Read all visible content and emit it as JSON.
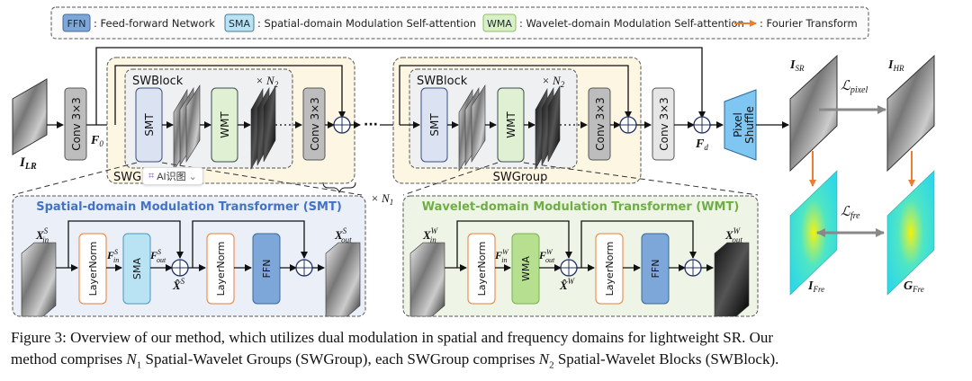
{
  "legend": {
    "items": [
      {
        "tag": "FFN",
        "text": ": Feed-forward Network",
        "color": "#7da7d9"
      },
      {
        "tag": "SMA",
        "text": ": Spatial-domain Modulation Self-attention",
        "color": "#b9e3f3"
      },
      {
        "tag": "WMA",
        "text": ": Wavelet-domain Modulation Self-attention",
        "color": "#d9efc5"
      }
    ],
    "fourier_text": ": Fourier Transform",
    "fourier_color": "#ed7d31"
  },
  "pipeline": {
    "input_label": "I",
    "input_sub": "LR",
    "conv": "Conv 3×3",
    "f0": "F",
    "f0_sub": "0",
    "fd": "F",
    "fd_sub": "d",
    "swblock": "SWBlock",
    "times_n2": "× N",
    "n2_sub": "2",
    "times_n1": "× N",
    "n1_sub": "1",
    "smt": "SMT",
    "wmt": "WMT",
    "swgroup": "SWGroup",
    "swgroup_partial": "SWGr",
    "pixel_shuffle_1": "Pixel",
    "pixel_shuffle_2": "Shuffle",
    "dots": "···"
  },
  "outputs": {
    "sr": "I",
    "sr_sub": "SR",
    "hr": "I",
    "hr_sub": "HR",
    "loss_pixel": "ℒ",
    "loss_pixel_sub": "pixel",
    "loss_fre": "ℒ",
    "loss_fre_sub": "fre",
    "ifre": "I",
    "ifre_sub": "Fre",
    "gfre": "G",
    "gfre_sub": "Fre"
  },
  "smt_panel": {
    "title": "Spatial-domain Modulation Transformer (SMT)",
    "layernorm": "LayerNorm",
    "attn": "SMA",
    "ffn": "FFN",
    "x_in": "X",
    "x_in_sup": "S",
    "x_in_sub": "in",
    "f_in": "F",
    "f_in_sup": "S",
    "f_in_sub": "in",
    "f_out": "F",
    "f_out_sup": "S",
    "f_out_sub": "out",
    "x_hat": "X̂",
    "x_hat_sup": "S",
    "x_out": "X",
    "x_out_sup": "S",
    "x_out_sub": "out"
  },
  "wmt_panel": {
    "title": "Wavelet-domain Modulation Transformer (WMT)",
    "layernorm": "LayerNorm",
    "attn": "WMA",
    "ffn": "FFN",
    "x_in": "X",
    "x_in_sup": "W",
    "x_in_sub": "in",
    "f_in": "F",
    "f_in_sup": "W",
    "f_in_sub": "in",
    "f_out": "F",
    "f_out_sup": "W",
    "f_out_sub": "out",
    "x_hat": "X̂",
    "x_hat_sup": "W",
    "x_out": "X",
    "x_out_sup": "W",
    "x_out_sub": "out"
  },
  "overlay": {
    "ai_badge": "AI识图",
    "ai_badge_icon": "scan-icon",
    "chevron": "⌄"
  },
  "caption": {
    "line1": "Figure 3: Overview of our method, which utilizes dual modulation in spatial and frequency domains for lightweight SR. Our",
    "line2a": "method comprises ",
    "n1": "N",
    "n1_sub": "1",
    "line2b": " Spatial-Wavelet Groups (SWGroup), each SWGroup comprises ",
    "n2": "N",
    "n2_sub": "2",
    "line2c": " Spatial-Wavelet Blocks (SWBlock)."
  }
}
